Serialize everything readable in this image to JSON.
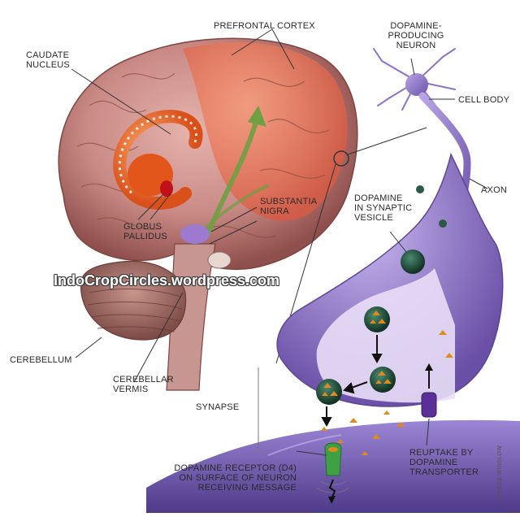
{
  "labels": {
    "prefrontal_cortex": "PREFRONTAL CORTEX",
    "caudate_nucleus": "CAUDATE\nNUCLEUS",
    "dopamine_producing_neuron": "DOPAMINE-\nPRODUCING\nNEURON",
    "cell_body": "CELL BODY",
    "axon": "AXON",
    "dopamine_in_synaptic_vesicle": "DOPAMINE\nIN SYNAPTIC\nVESICLE",
    "substantia_nigra": "SUBSTANTIA\nNIGRA",
    "globus_pallidus": "GLOBUS\nPALLIDUS",
    "cerebellum": "CEREBELLUM",
    "cerebellar_vermis": "CEREBELLAR\nVERMIS",
    "synapse": "SYNAPSE",
    "reuptake": "REUPTAKE BY\nDOPAMINE\nTRANSPORTER",
    "dopamine_receptor": "DOPAMINE RECEPTOR (D4)\nON SURFACE OF NEURON\nRECEIVING MESSAGE"
  },
  "watermark": "IndoCropCircles.wordpress.com",
  "credit": "TERESE WINSLOW",
  "colors": {
    "brain": "#c98a86",
    "brain_dark": "#8f4f4c",
    "cortex_highlight": "#ee7a5a",
    "caudate": "#e8611f",
    "neuron": "#8d73c4",
    "neuron_dark": "#5e4596",
    "vesicle": "#1f4a3c",
    "dopamine": "#e0891f",
    "receptor": "#3fa043",
    "label_line": "#333333"
  }
}
